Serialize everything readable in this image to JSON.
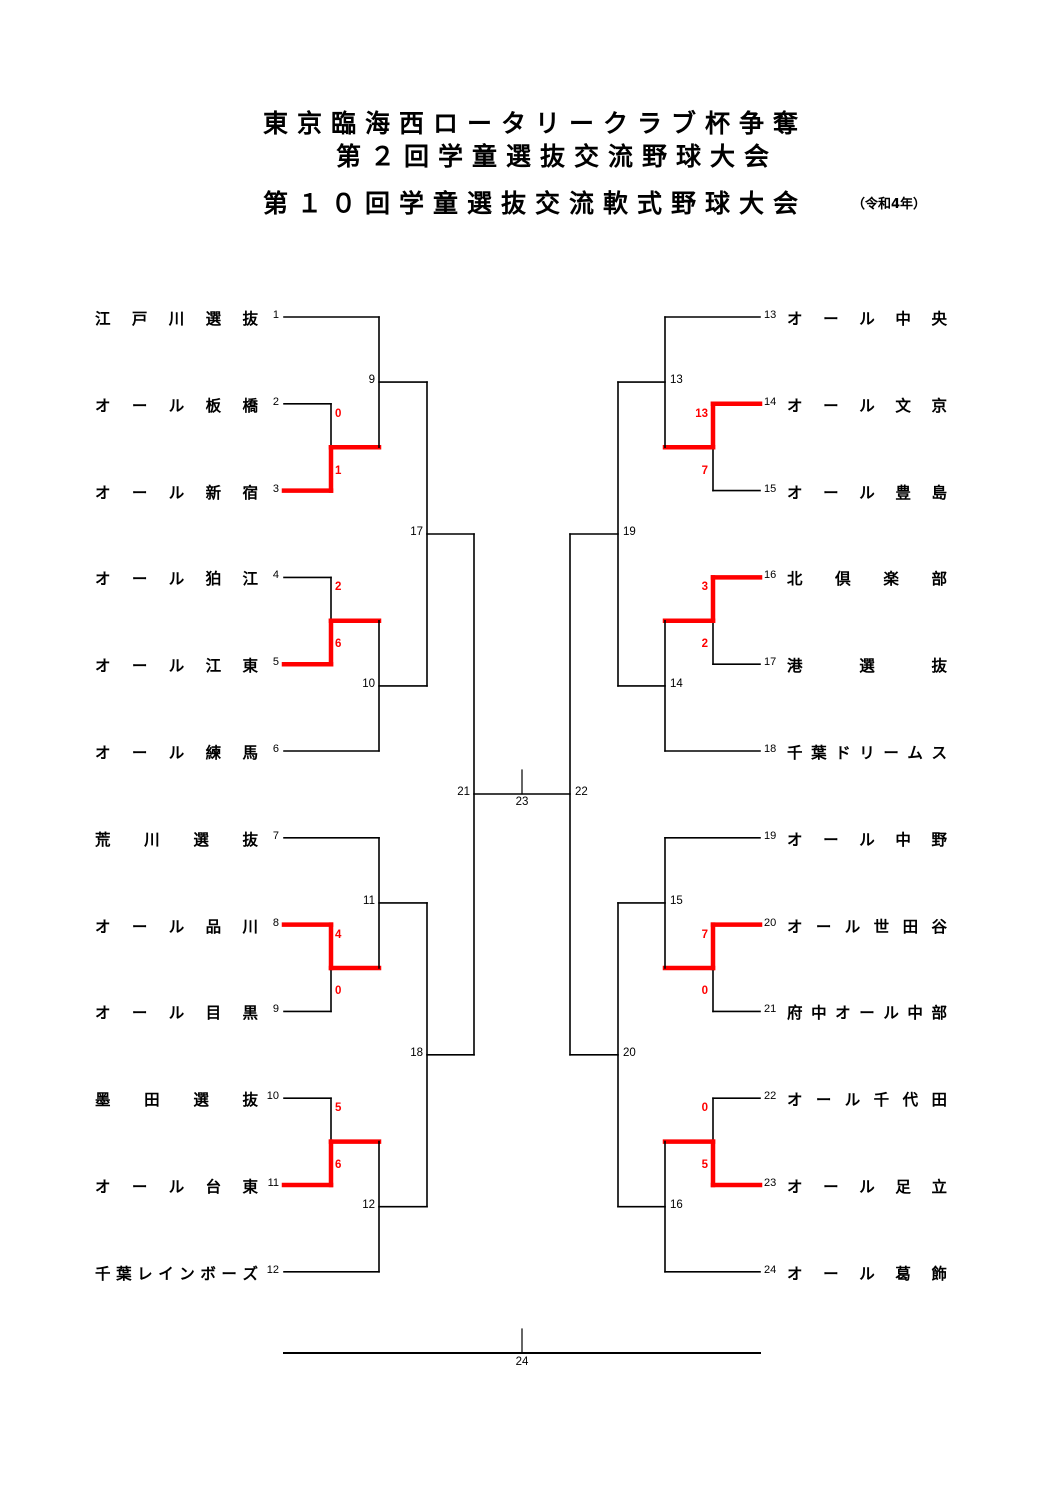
{
  "header": {
    "title_line1": "東京臨海西ロータリークラブ杯争奪",
    "title_line2": "第２回学童選抜交流野球大会",
    "title_line3": "第１０回学童選抜交流軟式野球大会",
    "year": "（令和4年）"
  },
  "colors": {
    "line": "#000000",
    "winner_path": "#ff0000",
    "score": "#ff0000"
  },
  "teams_left": [
    {
      "seed": "1",
      "name": "江戸川選抜"
    },
    {
      "seed": "2",
      "name": "オール板橋"
    },
    {
      "seed": "3",
      "name": "オール新宿"
    },
    {
      "seed": "4",
      "name": "オール狛江"
    },
    {
      "seed": "5",
      "name": "オール江東"
    },
    {
      "seed": "6",
      "name": "オール練馬"
    },
    {
      "seed": "7",
      "name": "荒川選抜"
    },
    {
      "seed": "8",
      "name": "オール品川"
    },
    {
      "seed": "9",
      "name": "オール目黒"
    },
    {
      "seed": "10",
      "name": "墨田選抜"
    },
    {
      "seed": "11",
      "name": "オール台東"
    },
    {
      "seed": "12",
      "name": "千葉レインボーズ"
    }
  ],
  "teams_right": [
    {
      "seed": "13",
      "name": "オール中央"
    },
    {
      "seed": "14",
      "name": "オール文京"
    },
    {
      "seed": "15",
      "name": "オール豊島"
    },
    {
      "seed": "16",
      "name": "北倶楽部"
    },
    {
      "seed": "17",
      "name": "港選抜"
    },
    {
      "seed": "18",
      "name": "千葉ドリームス"
    },
    {
      "seed": "19",
      "name": "オール中野"
    },
    {
      "seed": "20",
      "name": "オール世田谷"
    },
    {
      "seed": "21",
      "name": "府中オール中部"
    },
    {
      "seed": "22",
      "name": "オール千代田"
    },
    {
      "seed": "23",
      "name": "オール足立"
    },
    {
      "seed": "24",
      "name": "オール葛飾"
    }
  ],
  "first_round_results": [
    {
      "top_seed": "2",
      "top_score": "0",
      "bottom_seed": "3",
      "bottom_score": "1",
      "winner": "3"
    },
    {
      "top_seed": "4",
      "top_score": "2",
      "bottom_seed": "5",
      "bottom_score": "6",
      "winner": "5"
    },
    {
      "top_seed": "8",
      "top_score": "4",
      "bottom_seed": "9",
      "bottom_score": "0",
      "winner": "8"
    },
    {
      "top_seed": "10",
      "top_score": "5",
      "bottom_seed": "11",
      "bottom_score": "6",
      "winner": "11"
    },
    {
      "top_seed": "14",
      "top_score": "13",
      "bottom_seed": "15",
      "bottom_score": "7",
      "winner": "14"
    },
    {
      "top_seed": "16",
      "top_score": "3",
      "bottom_seed": "17",
      "bottom_score": "2",
      "winner": "16"
    },
    {
      "top_seed": "20",
      "top_score": "7",
      "bottom_seed": "21",
      "bottom_score": "0",
      "winner": "20"
    },
    {
      "top_seed": "22",
      "top_score": "0",
      "bottom_seed": "23",
      "bottom_score": "5",
      "winner": "23"
    }
  ],
  "match_numbers": {
    "m9": "9",
    "m10": "10",
    "m11": "11",
    "m12": "12",
    "m13": "13",
    "m14": "14",
    "m15": "15",
    "m16": "16",
    "m17": "17",
    "m18": "18",
    "m19": "19",
    "m20": "20",
    "m21": "21",
    "m22": "22",
    "m23": "23",
    "m24": "24"
  }
}
